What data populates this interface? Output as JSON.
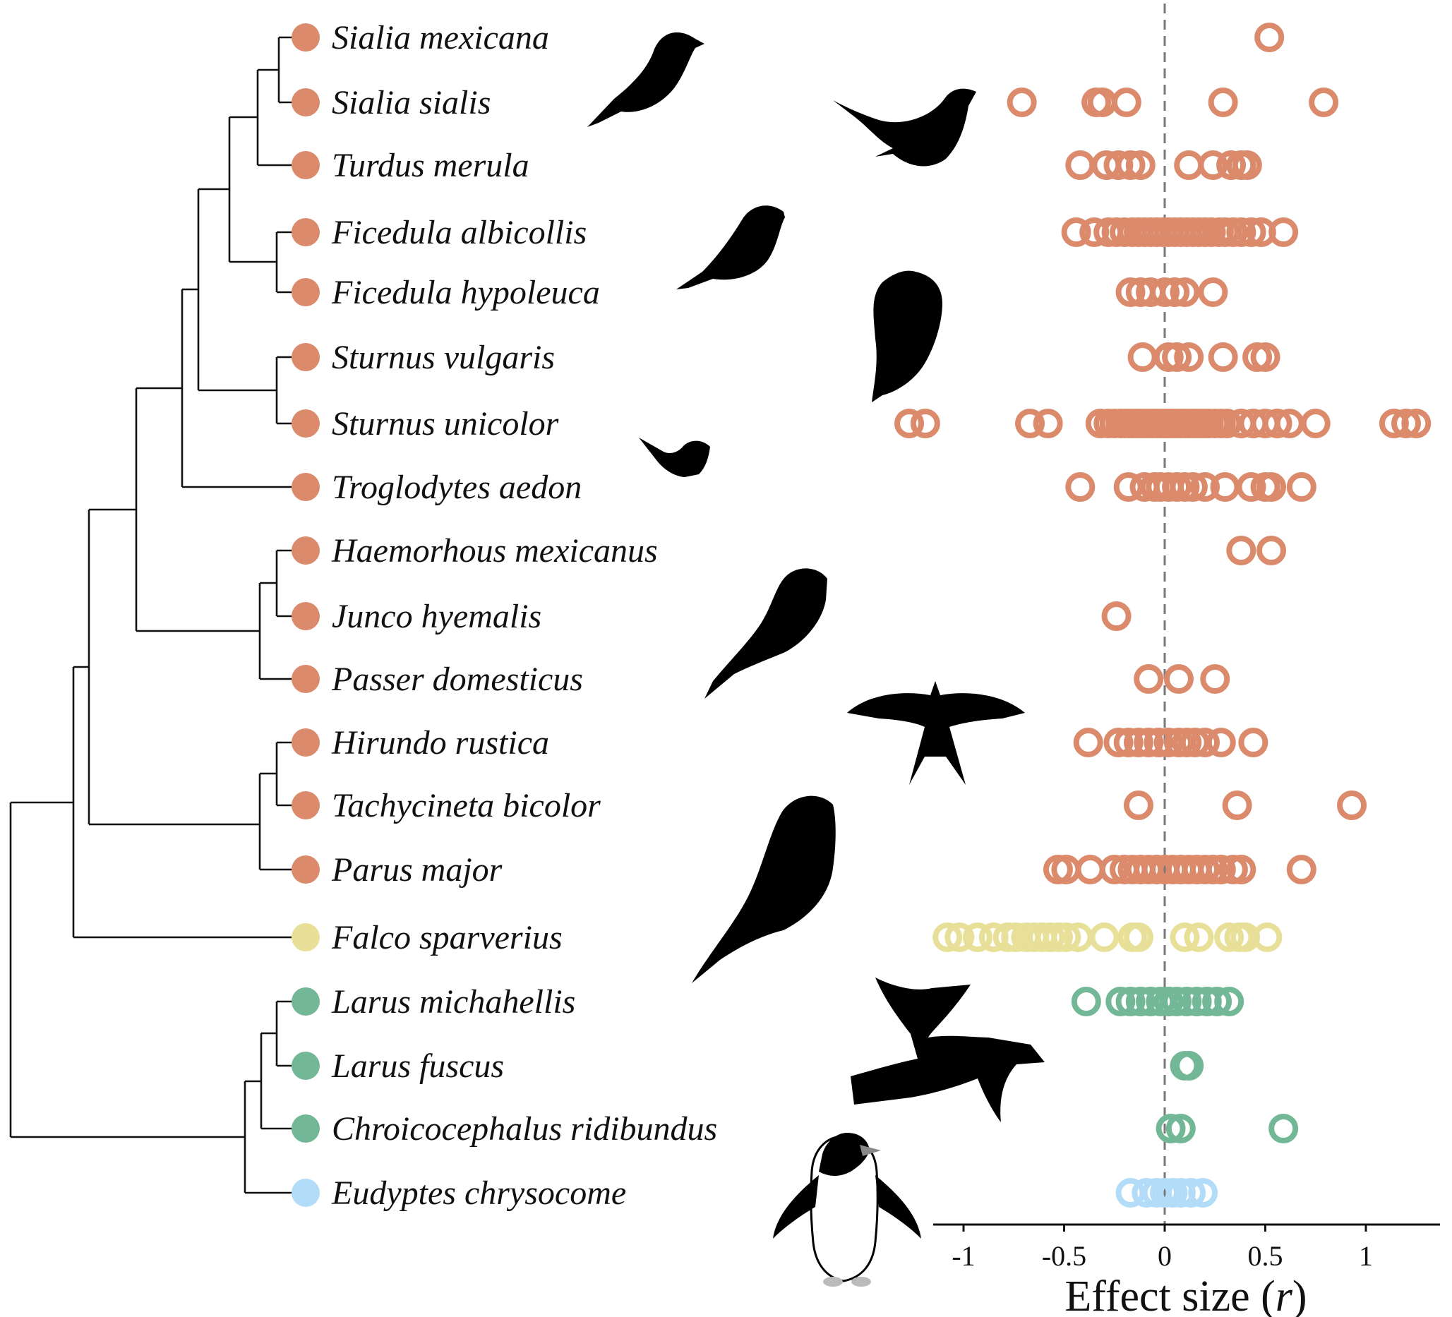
{
  "chart_data": {
    "type": "scatter",
    "xlabel_prefix": "Effect size (",
    "xlabel_var": "r",
    "xlabel_suffix": ")",
    "xlim": [
      -1.15,
      1.38
    ],
    "xticks": [
      -1,
      -0.5,
      0,
      0.5,
      1
    ],
    "xtick_labels": [
      "-1",
      "-0.5",
      "0",
      "0.5",
      "1"
    ],
    "reference_line": 0,
    "groups": {
      "passerines": "#db8a6c",
      "falcon": "#e8e098",
      "gulls": "#73b896",
      "penguin": "#b2dcf7"
    },
    "series": [
      {
        "name": "Sialia mexicana",
        "group": "passerines",
        "values": [
          0.52
        ]
      },
      {
        "name": "Sialia sialis",
        "group": "passerines",
        "values": [
          -0.71,
          -0.34,
          -0.31,
          -0.19,
          0.29,
          0.79
        ]
      },
      {
        "name": "Turdus merula",
        "group": "passerines",
        "values": [
          -0.42,
          -0.29,
          -0.23,
          -0.17,
          -0.12,
          0.12,
          0.24,
          0.33,
          0.38,
          0.41
        ]
      },
      {
        "name": "Ficedula albicollis",
        "group": "passerines",
        "values": [
          -0.44,
          -0.35,
          -0.28,
          -0.24,
          -0.2,
          -0.16,
          -0.13,
          -0.1,
          -0.07,
          -0.04,
          -0.01,
          0.02,
          0.05,
          0.08,
          0.11,
          0.14,
          0.17,
          0.2,
          0.23,
          0.27,
          0.3,
          0.34,
          0.38,
          0.43,
          0.48,
          0.59
        ]
      },
      {
        "name": "Ficedula hypoleuca",
        "group": "passerines",
        "values": [
          -0.17,
          -0.12,
          -0.07,
          0.0,
          0.05,
          0.1,
          0.24
        ]
      },
      {
        "name": "Sturnus vulgaris",
        "group": "passerines",
        "values": [
          -0.11,
          0.02,
          0.06,
          0.12,
          0.29,
          0.46,
          0.5
        ]
      },
      {
        "name": "Sturnus unicolor",
        "group": "passerines",
        "values": [
          -1.27,
          -1.19,
          -0.67,
          -0.58,
          -0.32,
          -0.28,
          -0.25,
          -0.22,
          -0.2,
          -0.18,
          -0.16,
          -0.14,
          -0.12,
          -0.1,
          -0.08,
          -0.06,
          -0.04,
          -0.02,
          0.0,
          0.02,
          0.04,
          0.06,
          0.08,
          0.1,
          0.12,
          0.14,
          0.16,
          0.18,
          0.2,
          0.22,
          0.25,
          0.28,
          0.31,
          0.38,
          0.44,
          0.5,
          0.56,
          0.62,
          0.75,
          1.14,
          1.2,
          1.25
        ]
      },
      {
        "name": "Troglodytes aedon",
        "group": "passerines",
        "values": [
          -0.42,
          -0.18,
          -0.1,
          -0.05,
          -0.02,
          0.02,
          0.06,
          0.1,
          0.14,
          0.2,
          0.3,
          0.43,
          0.5,
          0.53,
          0.68
        ]
      },
      {
        "name": "Haemorhous mexicanus",
        "group": "passerines",
        "values": [
          0.38,
          0.53
        ]
      },
      {
        "name": "Junco hyemalis",
        "group": "passerines",
        "values": [
          -0.24
        ]
      },
      {
        "name": "Passer domesticus",
        "group": "passerines",
        "values": [
          -0.08,
          0.07,
          0.25
        ]
      },
      {
        "name": "Hirundo rustica",
        "group": "passerines",
        "values": [
          -0.38,
          -0.23,
          -0.18,
          -0.13,
          -0.08,
          -0.03,
          0.02,
          0.07,
          0.11,
          0.15,
          0.2,
          0.28,
          0.44
        ]
      },
      {
        "name": "Tachycineta bicolor",
        "group": "passerines",
        "values": [
          -0.13,
          0.36,
          0.93
        ]
      },
      {
        "name": "Parus major",
        "group": "passerines",
        "values": [
          -0.53,
          -0.49,
          -0.37,
          -0.25,
          -0.2,
          -0.16,
          -0.12,
          -0.08,
          -0.04,
          0.0,
          0.04,
          0.08,
          0.12,
          0.16,
          0.2,
          0.24,
          0.28,
          0.34,
          0.38,
          0.68
        ]
      },
      {
        "name": "Falco sparverius",
        "group": "falcon",
        "values": [
          -1.08,
          -1.02,
          -0.93,
          -0.85,
          -0.78,
          -0.74,
          -0.69,
          -0.65,
          -0.61,
          -0.57,
          -0.53,
          -0.49,
          -0.43,
          -0.3,
          -0.16,
          -0.13,
          0.1,
          0.17,
          0.32,
          0.37,
          0.4,
          0.51
        ]
      },
      {
        "name": "Larus michahellis",
        "group": "gulls",
        "values": [
          -0.39,
          -0.22,
          -0.17,
          -0.12,
          -0.07,
          -0.02,
          0.02,
          0.06,
          0.11,
          0.16,
          0.21,
          0.26,
          0.32
        ]
      },
      {
        "name": "Larus fuscus",
        "group": "gulls",
        "values": [
          0.1,
          0.12
        ]
      },
      {
        "name": "Chroicocephalus ridibundus",
        "group": "gulls",
        "values": [
          0.03,
          0.08,
          0.59
        ]
      },
      {
        "name": "Eudyptes chrysocome",
        "group": "penguin",
        "values": [
          -0.17,
          -0.09,
          -0.04,
          0.0,
          0.04,
          0.08,
          0.13,
          0.19
        ]
      }
    ]
  }
}
